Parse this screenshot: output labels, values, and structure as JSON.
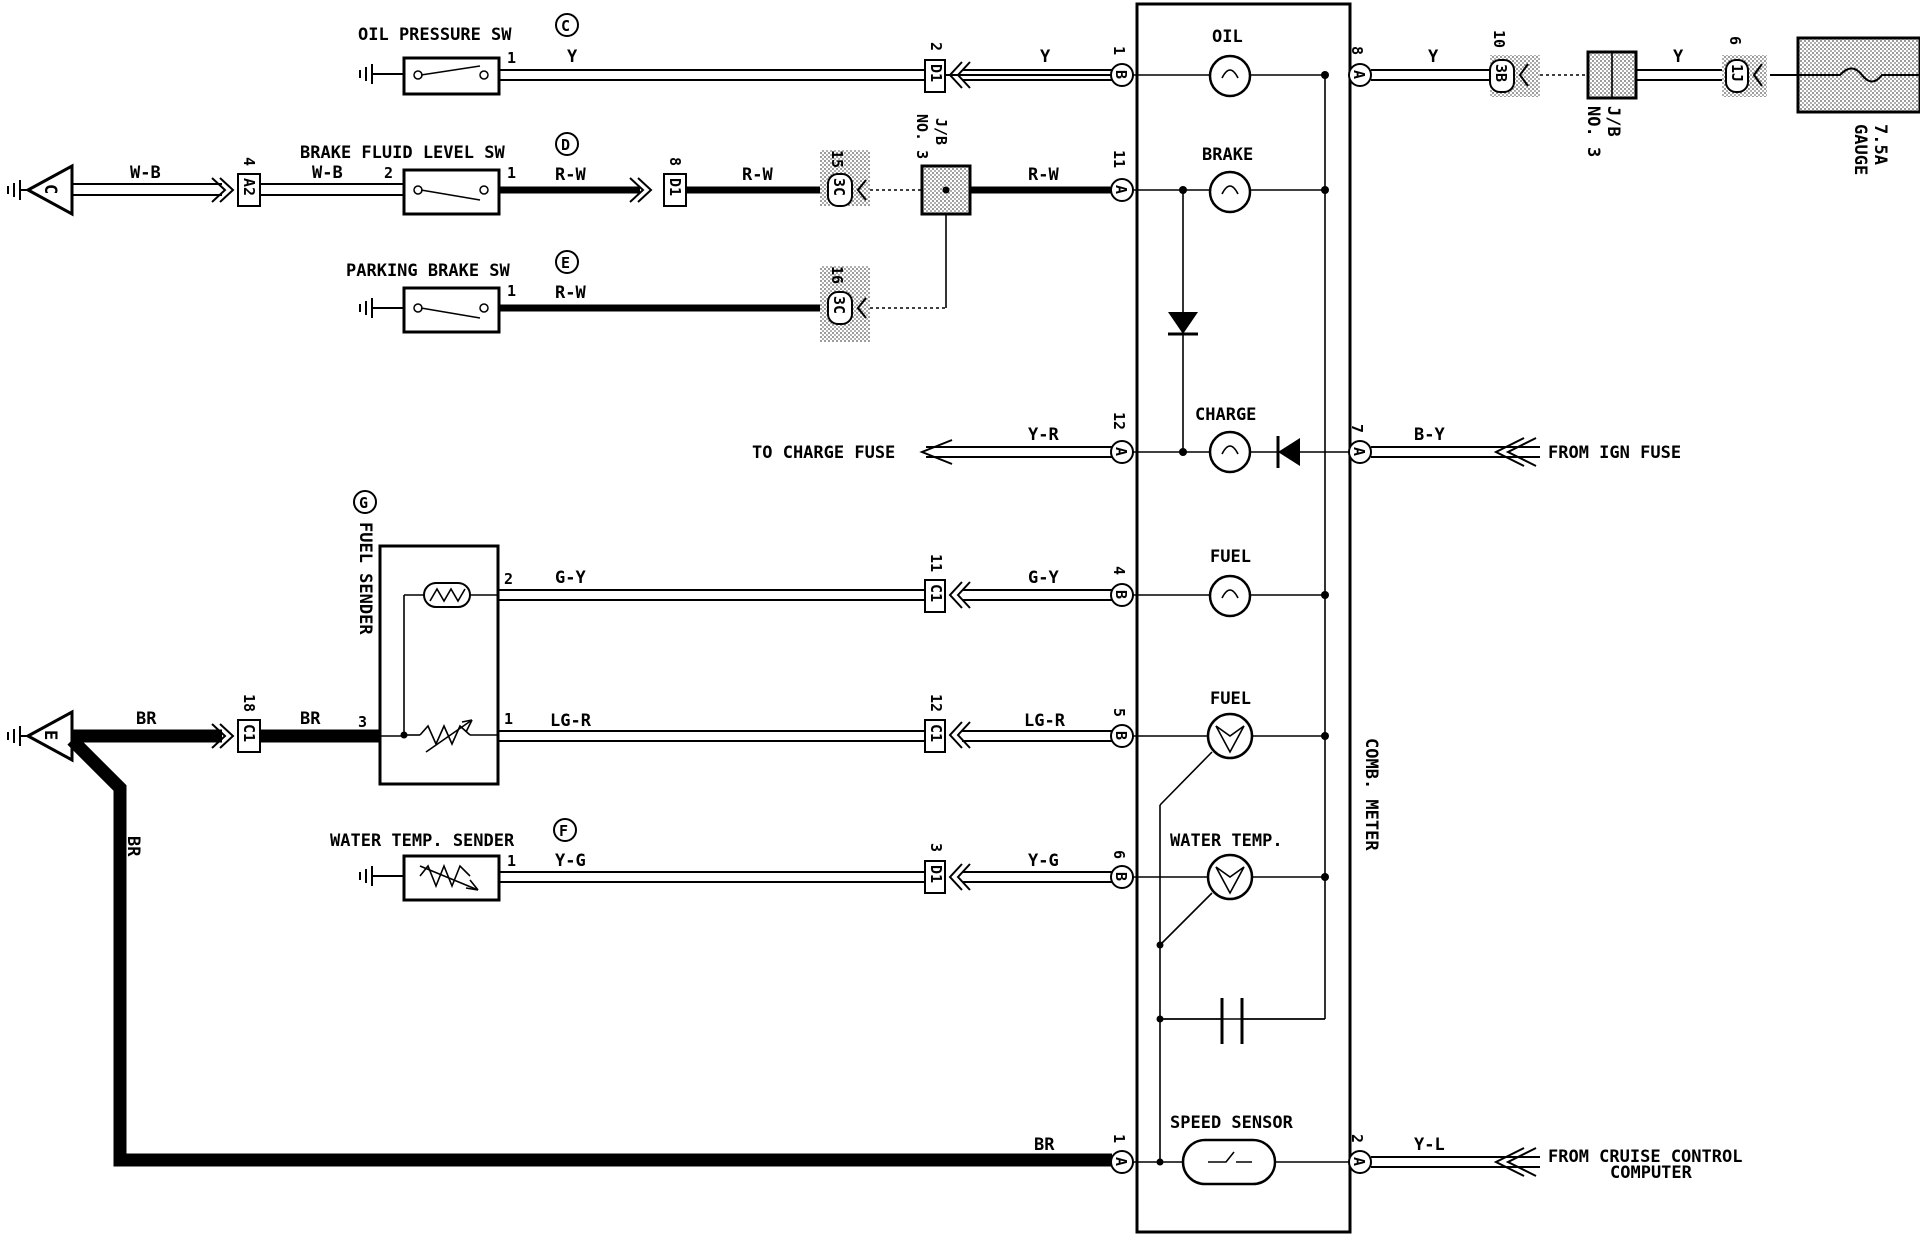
{
  "meter": {
    "label": "COMB. METER",
    "indicators": {
      "oil": "OIL",
      "brake": "BRAKE",
      "charge": "CHARGE",
      "fuel_warn": "FUEL",
      "fuel_gauge": "FUEL",
      "water_temp": "WATER TEMP.",
      "speed_sensor": "SPEED SENSOR"
    },
    "pins_left": {
      "oil": {
        "num": "1",
        "conn": "B"
      },
      "brake": {
        "num": "11",
        "conn": "A"
      },
      "charge": {
        "num": "12",
        "conn": "A"
      },
      "fuel_warn": {
        "num": "4",
        "conn": "B"
      },
      "fuel_gauge": {
        "num": "5",
        "conn": "B"
      },
      "water_temp": {
        "num": "6",
        "conn": "B"
      },
      "speed": {
        "num": "1",
        "conn": "A"
      }
    },
    "pins_right": {
      "gauge": {
        "num": "8",
        "conn": "A"
      },
      "ign": {
        "num": "7",
        "conn": "A"
      },
      "cruise": {
        "num": "2",
        "conn": "A"
      }
    }
  },
  "components": {
    "oil_pressure_sw": {
      "name": "OIL PRESSURE SW",
      "code": "C",
      "pin": "1"
    },
    "brake_fluid_sw": {
      "name": "BRAKE FLUID LEVEL SW",
      "code": "D",
      "pin_in": "2",
      "pin_out": "1"
    },
    "parking_brake_sw": {
      "name": "PARKING BRAKE SW",
      "code": "E",
      "pin": "1"
    },
    "fuel_sender": {
      "name": "FUEL SENDER",
      "code": "G",
      "pin_top": "2",
      "pin_mid": "1",
      "pin_gnd": "3"
    },
    "water_temp_sender": {
      "name": "WATER TEMP. SENDER",
      "code": "F",
      "pin": "1"
    }
  },
  "wires": {
    "y": "Y",
    "w_b": "W-B",
    "r_w": "R-W",
    "y_r": "Y-R",
    "b_y": "B-Y",
    "g_y": "G-Y",
    "lg_r": "LG-R",
    "y_g": "Y-G",
    "br": "BR",
    "y_l": "Y-L"
  },
  "connectors": {
    "d1_oil": {
      "num": "2",
      "id": "D1"
    },
    "a2": {
      "num": "4",
      "id": "A2"
    },
    "d1_brake": {
      "num": "8",
      "id": "D1"
    },
    "c1_fuel_a": {
      "num": "11",
      "id": "C1"
    },
    "c1_fuel_b": {
      "num": "12",
      "id": "C1"
    },
    "c1_gnd": {
      "num": "18",
      "id": "C1"
    },
    "d1_water": {
      "num": "3",
      "id": "D1"
    },
    "jb3_15": {
      "num": "15",
      "id": "3C"
    },
    "jb3_16": {
      "num": "16",
      "id": "3C"
    },
    "jb_3b": {
      "num": "10",
      "id": "3B"
    },
    "jb_1j": {
      "num": "6",
      "id": "1J"
    }
  },
  "junction_blocks": {
    "jb_left": "J/B",
    "jb_left_no": "NO. 3",
    "jb_right": "J/B",
    "jb_right_no": "NO. 3"
  },
  "fuse": {
    "rating": "7.5A",
    "name": "GAUGE"
  },
  "grounds": {
    "c": "C",
    "e": "E"
  },
  "labels": {
    "to_charge_fuse": "TO CHARGE FUSE",
    "from_ign_fuse": "FROM IGN FUSE",
    "from_cruise_1": "FROM CRUISE CONTROL",
    "from_cruise_2": "COMPUTER"
  }
}
